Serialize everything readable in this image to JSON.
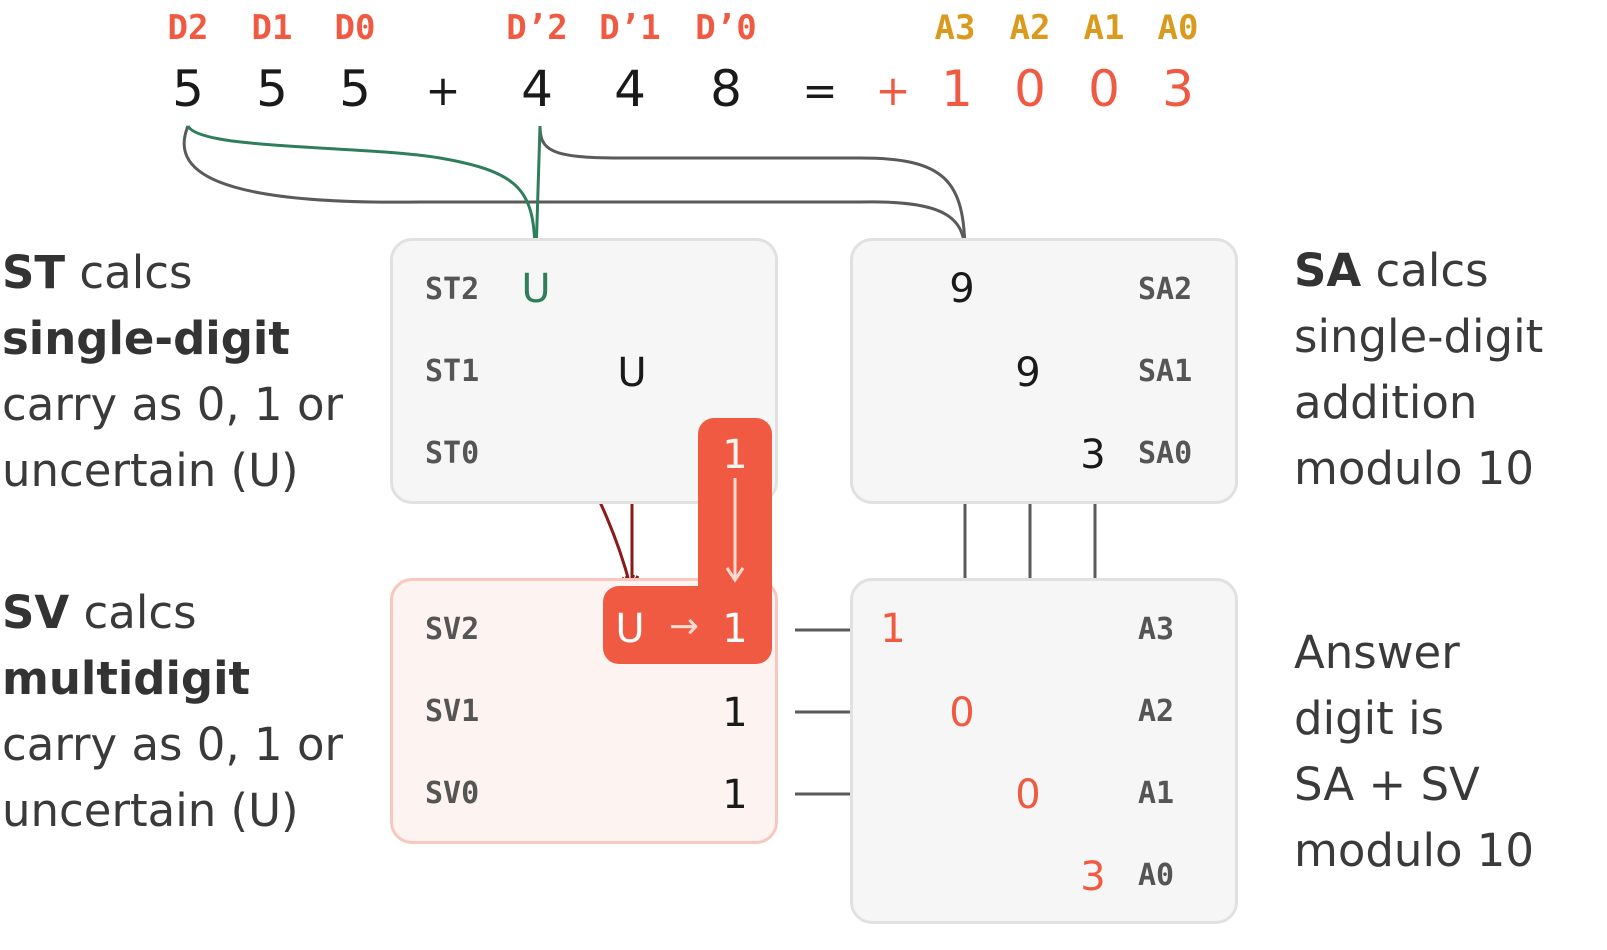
{
  "top_labels": {
    "d": [
      "D2",
      "D1",
      "D0"
    ],
    "dp": [
      "D’2",
      "D’1",
      "D’0"
    ],
    "a": [
      "A3",
      "A2",
      "A1",
      "A0"
    ]
  },
  "equation": {
    "d": [
      "5",
      "5",
      "5"
    ],
    "plus": "+",
    "dp": [
      "4",
      "4",
      "8"
    ],
    "equals": "=",
    "answer_plus": "+",
    "answer": [
      "1",
      "0",
      "0",
      "3"
    ]
  },
  "st_box": {
    "rows": [
      "ST2",
      "ST1",
      "ST0"
    ],
    "st2_value": "U",
    "st1_value": "U",
    "st0_value": "1"
  },
  "sa_box": {
    "rows": [
      "SA2",
      "SA1",
      "SA0"
    ],
    "values": [
      "9",
      "9",
      "3"
    ]
  },
  "sv_box": {
    "rows": [
      "SV2",
      "SV1",
      "SV0"
    ],
    "sv2_from": "U",
    "sv2_arrow": "→",
    "sv2_to": "1",
    "sv1_value": "1",
    "sv0_value": "1"
  },
  "answer_box": {
    "rows": [
      "A3",
      "A2",
      "A1",
      "A0"
    ],
    "values": [
      "1",
      "0",
      "0",
      "3"
    ]
  },
  "captions": {
    "st": {
      "bold": "ST",
      "rest": " calcs",
      "line2": "single-digit",
      "line3": "carry as 0, 1 or",
      "line4": "uncertain (U)"
    },
    "sv": {
      "bold": "SV",
      "rest": " calcs",
      "line2": "multidigit",
      "line3": "carry as 0, 1 or",
      "line4": "uncertain (U)"
    },
    "sa": {
      "bold": "SA",
      "rest": " calcs",
      "line2": "single-digit",
      "line3": "addition",
      "line4": "modulo 10"
    },
    "answer": {
      "line1": "Answer",
      "line2": "digit is",
      "line3": "SA + SV",
      "line4": "modulo 10"
    }
  },
  "colors": {
    "red": "#f15a42",
    "gold": "#d99a1e",
    "green": "#2e7d5b",
    "dark_red": "#8b1a1a",
    "grey_arrow": "#5a5a5a"
  }
}
